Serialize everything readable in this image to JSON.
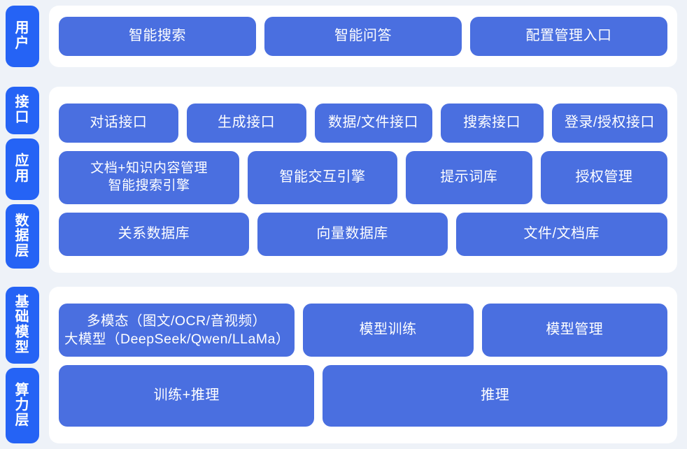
{
  "colors": {
    "background": "#eef2f8",
    "panel": "#ffffff",
    "tab": "#2563f5",
    "cell": "#4a6fe0",
    "text_on_blue": "#ffffff"
  },
  "sections": [
    {
      "id": "user",
      "tabs": [
        {
          "label": "用户"
        }
      ],
      "rows": [
        {
          "id": "user-row",
          "cells": [
            {
              "label": "智能搜索"
            },
            {
              "label": "智能问答"
            },
            {
              "label": "配置管理入口"
            }
          ]
        }
      ]
    },
    {
      "id": "middle",
      "tabs": [
        {
          "label": "接口"
        },
        {
          "label": "应用"
        },
        {
          "label": "数据层"
        }
      ],
      "rows": [
        {
          "id": "api-row",
          "cells": [
            {
              "label": "对话接口"
            },
            {
              "label": "生成接口"
            },
            {
              "label": "数据/文件接口"
            },
            {
              "label": "搜索接口"
            },
            {
              "label": "登录/授权接口"
            }
          ]
        },
        {
          "id": "app-row",
          "cells": [
            {
              "label": "文档+知识内容管理\n智能搜索引擎"
            },
            {
              "label": "智能交互引擎"
            },
            {
              "label": "提示词库"
            },
            {
              "label": "授权管理"
            }
          ]
        },
        {
          "id": "data-row",
          "cells": [
            {
              "label": "关系数据库"
            },
            {
              "label": "向量数据库"
            },
            {
              "label": "文件/文档库"
            }
          ]
        }
      ]
    },
    {
      "id": "base",
      "tabs": [
        {
          "label": "基础模型"
        },
        {
          "label": "算力层"
        }
      ],
      "rows": [
        {
          "id": "model-row",
          "cells": [
            {
              "label": "多模态（图文/OCR/音视频）\n大模型（DeepSeek/Qwen/LLaMa）"
            },
            {
              "label": "模型训练"
            },
            {
              "label": "模型管理"
            }
          ]
        },
        {
          "id": "compute-row",
          "cells": [
            {
              "label": "训练+推理"
            },
            {
              "label": "推理"
            }
          ]
        }
      ]
    }
  ]
}
